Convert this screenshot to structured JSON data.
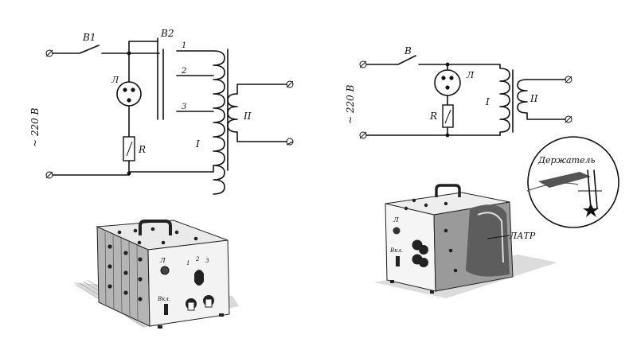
{
  "schematic_left": {
    "switch_1": "В1",
    "switch_2": "В2",
    "tap_1": "1",
    "tap_2": "2",
    "tap_3": "3",
    "lamp": "Л",
    "resistor": "R",
    "supply": "~ 220 В",
    "primary": "I",
    "secondary": "II"
  },
  "schematic_right": {
    "switch": "В",
    "lamp": "Л",
    "resistor": "R",
    "supply": "~ 220 В",
    "primary": "I",
    "secondary": "II"
  },
  "box_left": {
    "lamp": "Л",
    "switch": "Вкл.",
    "tap_1": "1",
    "tap_2": "2",
    "tap_3": "3"
  },
  "box_right": {
    "lamp": "Л",
    "switch": "Вкл.",
    "latr": "ЛАТР"
  },
  "inset": {
    "holder": "Держатель"
  }
}
